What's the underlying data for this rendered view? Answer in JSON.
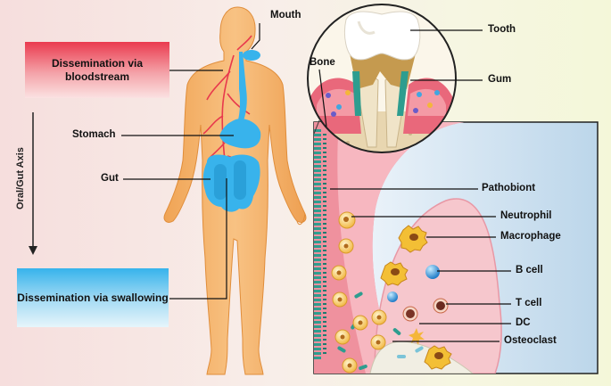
{
  "dissemination_blood": "Dissemination via bloodstream",
  "dissemination_swallow": "Dissemination via swallowing",
  "axis_label": "Oral/Gut Axis",
  "labels": {
    "mouth": "Mouth",
    "stomach": "Stomach",
    "gut": "Gut",
    "bone": "Bone",
    "tooth": "Tooth",
    "gum": "Gum",
    "pathobiont": "Pathobiont",
    "neutrophil": "Neutrophil",
    "macrophage": "Macrophage",
    "b_cell": "B cell",
    "t_cell": "T cell",
    "dc": "DC",
    "osteoclast": "Osteoclast"
  },
  "colors": {
    "bloodstream": "#e8394d",
    "swallowing": "#38b3ec",
    "body": "#f6b26b",
    "gum": "#ef8f9c",
    "bone": "#eedfc0",
    "pathobiont": "#2e9d8f"
  }
}
